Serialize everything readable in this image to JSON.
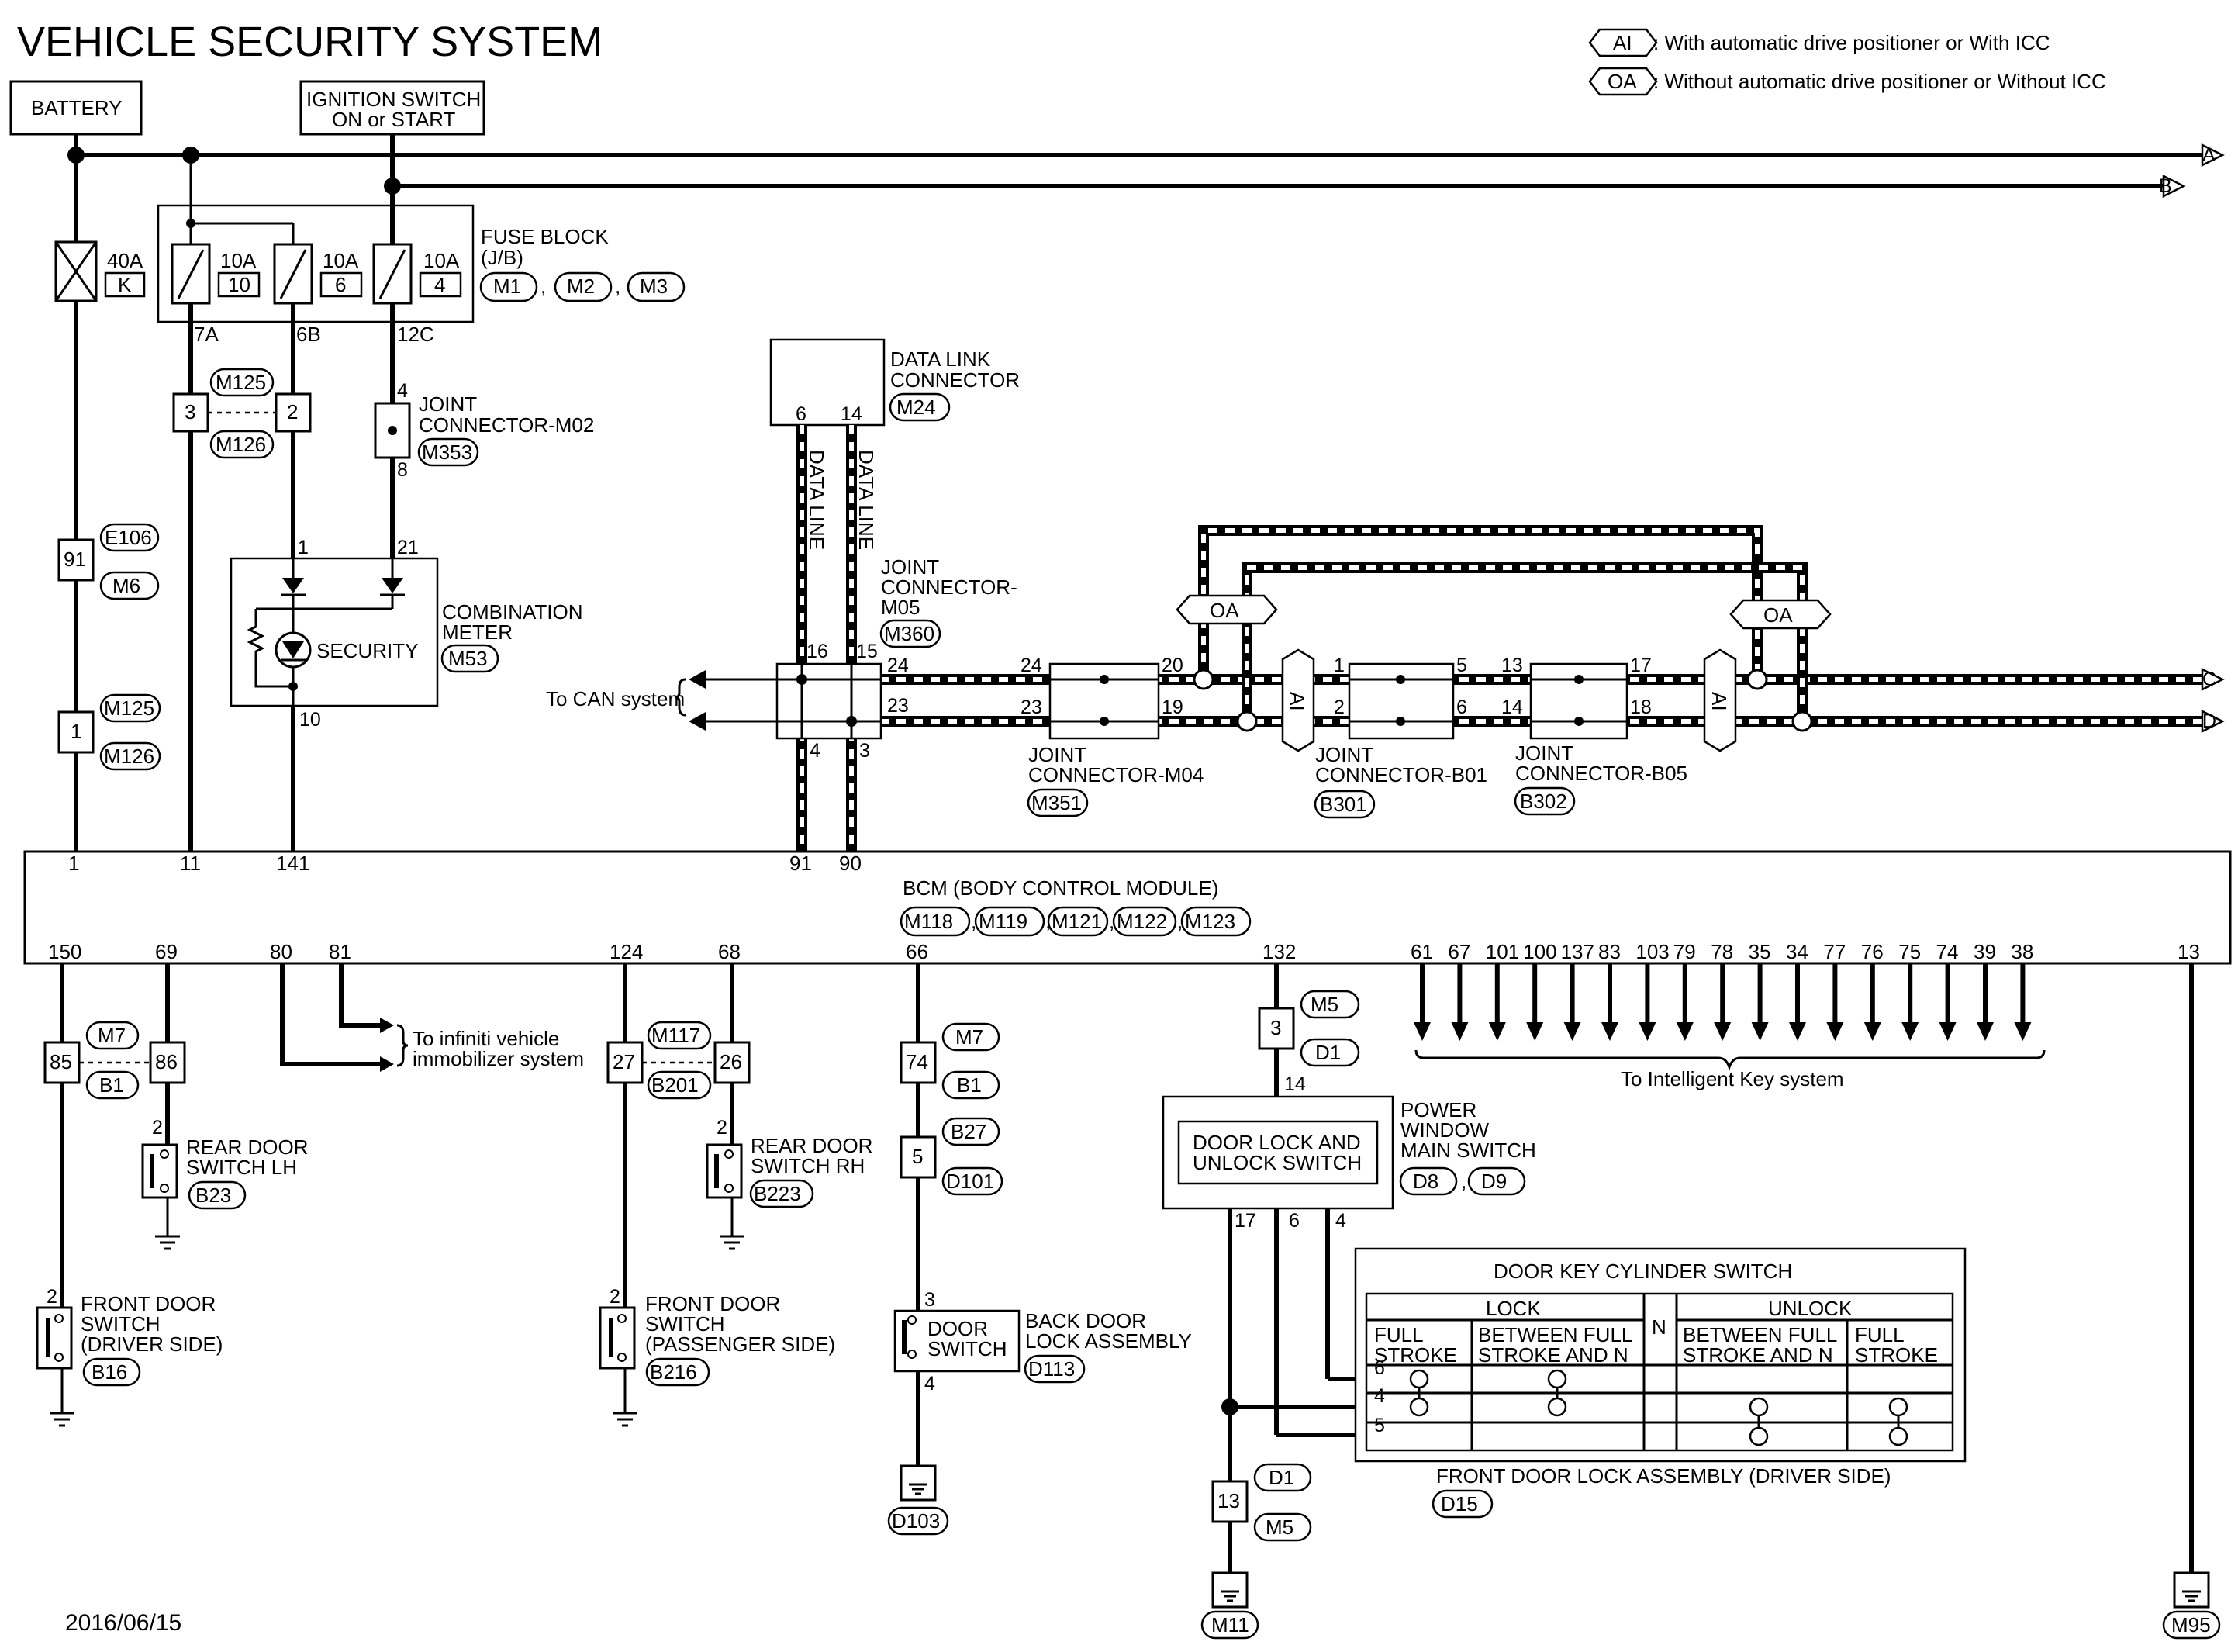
{
  "title": "VEHICLE SECURITY SYSTEM",
  "date": "2016/06/15",
  "legend": {
    "ai": {
      "tag": "AI",
      "text": ": With automatic drive positioner or With ICC"
    },
    "oa": {
      "tag": "OA",
      "text": ": Without automatic drive positioner or Without ICC"
    }
  },
  "sources": {
    "battery": "BATTERY",
    "ignition_l1": "IGNITION SWITCH",
    "ignition_l2": "ON or START"
  },
  "arrows": {
    "a": "A",
    "b": "B",
    "c": "C",
    "d": "D"
  },
  "fuse_block": {
    "name_l1": "FUSE BLOCK",
    "name_l2": "(J/B)",
    "connectors": [
      "M1",
      "M2",
      "M3"
    ],
    "fuses": [
      {
        "amp": "10A",
        "num": "10",
        "pin": "7A"
      },
      {
        "amp": "10A",
        "num": "6",
        "pin": "6B"
      },
      {
        "amp": "10A",
        "num": "4",
        "pin": "12C"
      }
    ]
  },
  "battery_fuse": {
    "amp": "40A",
    "num": "K"
  },
  "e106": {
    "pin": "91",
    "conns": [
      "E106",
      "M6"
    ]
  },
  "m125a": {
    "pin": "1",
    "conns": [
      "M125",
      "M126"
    ]
  },
  "m125b": {
    "pins": [
      "3",
      "2"
    ],
    "conns": [
      "M125",
      "M126"
    ]
  },
  "joint_m02": {
    "l1": "JOINT",
    "l2": "CONNECTOR-M02",
    "conn": "M353",
    "pin_top": "4",
    "pin_bottom": "8"
  },
  "combination_meter": {
    "l1": "COMBINATION",
    "l2": "METER",
    "conn": "M53",
    "security": "SECURITY",
    "pin_1": "1",
    "pin_21": "21",
    "pin_10": "10"
  },
  "data_link": {
    "l1": "DATA LINK",
    "l2": "CONNECTOR",
    "conn": "M24",
    "pin_6": "6",
    "pin_14": "14",
    "data_line": "DATA LINE"
  },
  "joint_m05": {
    "l1": "JOINT",
    "l2": "CONNECTOR-",
    "l3": "M05",
    "conn": "M360",
    "pins": [
      "16",
      "15",
      "24",
      "23",
      "4",
      "3"
    ]
  },
  "to_can": "To CAN system",
  "joint_m04": {
    "l1": "JOINT",
    "l2": "CONNECTOR-M04",
    "conn": "M351",
    "pins": [
      "24",
      "23",
      "20",
      "19"
    ]
  },
  "joint_b01": {
    "l1": "JOINT",
    "l2": "CONNECTOR-B01",
    "conn": "B301",
    "pins": [
      "1",
      "2",
      "5",
      "6"
    ]
  },
  "joint_b05": {
    "l1": "JOINT",
    "l2": "CONNECTOR-B05",
    "conn": "B302",
    "pins": [
      "13",
      "14",
      "17",
      "18"
    ]
  },
  "bcm": {
    "name": "BCM (BODY CONTROL MODULE)",
    "connectors": [
      "M118",
      "M119",
      "M121",
      "M122",
      "M123"
    ],
    "top_pins": [
      "1",
      "11",
      "141",
      "91",
      "90"
    ],
    "bottom_pins": [
      "150",
      "69",
      "80",
      "81",
      "124",
      "68",
      "66",
      "132",
      "13"
    ],
    "ikey_pins": [
      "61",
      "67",
      "101",
      "100",
      "137",
      "83",
      "103",
      "79",
      "78",
      "35",
      "34",
      "77",
      "76",
      "75",
      "74",
      "39",
      "38"
    ]
  },
  "immobilizer": {
    "l1": "To infiniti vehicle",
    "l2": "immobilizer system"
  },
  "to_ikey": "To Intelligent Key system",
  "conn_85": {
    "pins": [
      "85",
      "86"
    ],
    "conns": [
      "M7",
      "B1"
    ]
  },
  "conn_27": {
    "pins": [
      "27",
      "26"
    ],
    "conns": [
      "M117",
      "B201"
    ]
  },
  "conn_74": {
    "pin": "74",
    "conns": [
      "M7",
      "B1"
    ]
  },
  "conn_5": {
    "pin": "5",
    "conns": [
      "B27",
      "D101"
    ]
  },
  "conn_3": {
    "pin": "3",
    "conns": [
      "M5",
      "D1"
    ]
  },
  "conn_13": {
    "pin": "13",
    "conns": [
      "D1",
      "M5"
    ]
  },
  "rear_door_lh": {
    "l1": "REAR DOOR",
    "l2": "SWITCH LH",
    "conn": "B23",
    "pin": "2"
  },
  "rear_door_rh": {
    "l1": "REAR DOOR",
    "l2": "SWITCH RH",
    "conn": "B223",
    "pin": "2"
  },
  "front_door_driver": {
    "l1": "FRONT DOOR",
    "l2": "SWITCH",
    "l3": "(DRIVER SIDE)",
    "conn": "B16",
    "pin": "2"
  },
  "front_door_pass": {
    "l1": "FRONT DOOR",
    "l2": "SWITCH",
    "l3": "(PASSENGER SIDE)",
    "conn": "B216",
    "pin": "2"
  },
  "back_door": {
    "sw1": "DOOR",
    "sw2": "SWITCH",
    "l1": "BACK DOOR",
    "l2": "LOCK ASSEMBLY",
    "conn": "D113",
    "pin_top": "3",
    "pin_bottom": "4",
    "ground": "D103"
  },
  "power_window": {
    "l1": "POWER",
    "l2": "WINDOW",
    "l3": "MAIN SWITCH",
    "conns": [
      "D8",
      "D9"
    ],
    "inner1": "DOOR LOCK AND",
    "inner2": "UNLOCK SWITCH",
    "pin_14": "14",
    "pins_bottom": [
      "17",
      "6",
      "4"
    ]
  },
  "key_cylinder": {
    "title": "DOOR KEY CYLINDER SWITCH",
    "lock": "LOCK",
    "unlock": "UNLOCK",
    "n": "N",
    "full1": "FULL",
    "stroke1": "STROKE",
    "bf1": "BETWEEN FULL",
    "bf2": "STROKE AND N",
    "row_pins": [
      "6",
      "4",
      "5"
    ]
  },
  "front_door_lock": {
    "name": "FRONT DOOR LOCK ASSEMBLY (DRIVER SIDE)",
    "conn": "D15"
  },
  "grounds": {
    "m11": "M11",
    "m95": "M95"
  }
}
